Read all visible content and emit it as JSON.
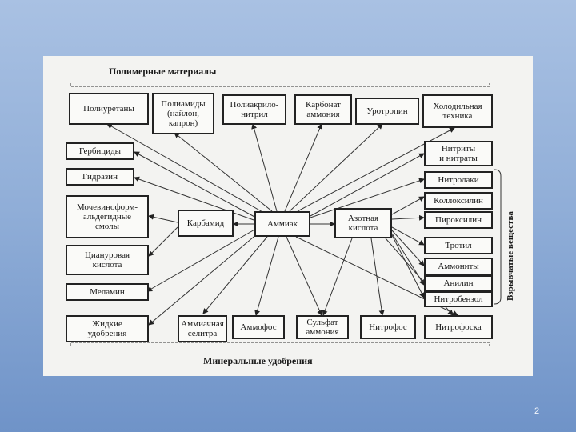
{
  "headers": {
    "polymer": "Полимерные материалы",
    "mineral": "Минеральные удобрения",
    "explosive": "Взрывчатые вещества"
  },
  "nodes": {
    "poliuretany": "Полиуретаны",
    "poliamidy": "Полиамиды\n(найлон,\nкапрон)",
    "poliakrilonitril": "Полиакрило-\nнитрил",
    "karbonat": "Карбонат\nаммония",
    "urotropin": "Уротропин",
    "kholodilnaya": "Холодильная\nтехника",
    "gerbitsidy": "Гербициды",
    "gidrazin": "Гидразин",
    "mochevino": "Мочевиноформ-\nальдегидные\nсмолы",
    "tsianurovaya": "Циануровая\nкислота",
    "melamin": "Меламин",
    "zhidkie": "Жидкие\nудобрения",
    "karbamid": "Карбамид",
    "ammiak": "Аммиак",
    "azotnaya": "Азотная\nкислота",
    "nitrity": "Нитриты\nи нитраты",
    "nitrolaki": "Нитролаки",
    "kolloksilin": "Коллоксилин",
    "piroksilin": "Пироксилин",
    "trotil": "Тротил",
    "ammonity": "Аммониты",
    "anilin": "Анилин",
    "nitrobenzol": "Нитробензол",
    "selitra": "Аммиачная\nселитра",
    "ammofos": "Аммофос",
    "sulfat": "Сульфат\nаммония",
    "nitrofos": "Нитрофос",
    "nitrofoska": "Нитрофоска"
  },
  "page_number": "2"
}
